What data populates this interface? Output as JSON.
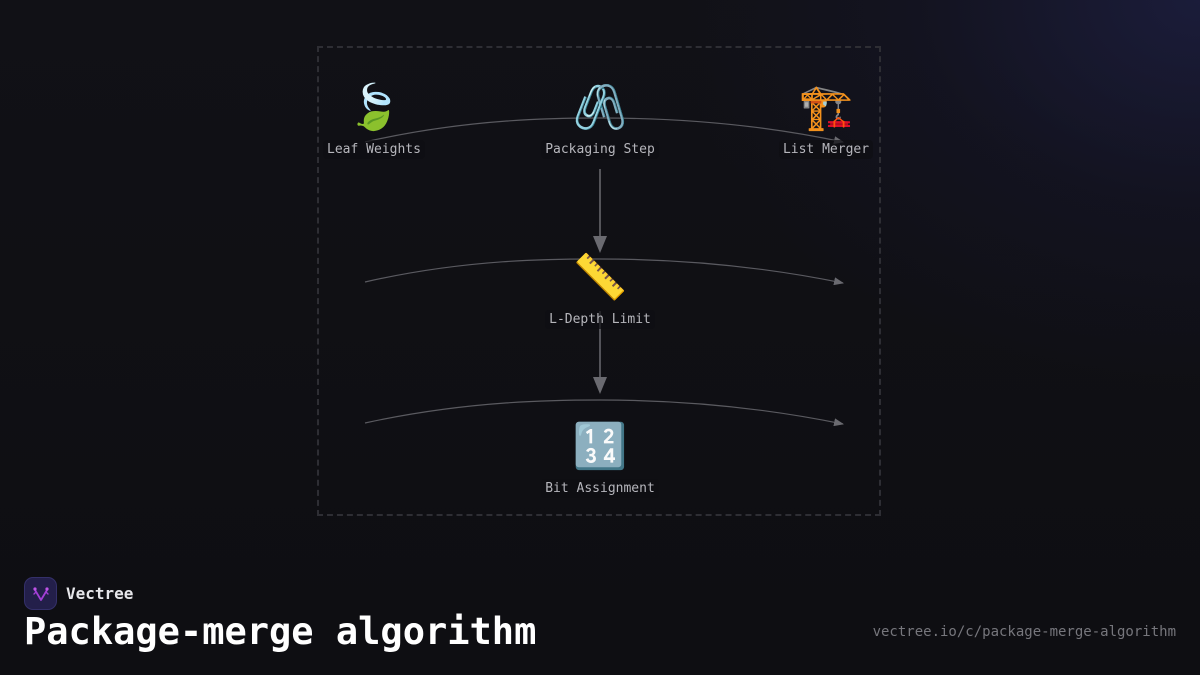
{
  "diagram": {
    "nodes": [
      {
        "id": "leaf-weights",
        "label": "Leaf Weights",
        "icon": "🍃",
        "icon_name": "leaves-icon"
      },
      {
        "id": "packaging-step",
        "label": "Packaging Step",
        "icon": "🖇️",
        "icon_name": "paperclips-icon"
      },
      {
        "id": "list-merger",
        "label": "List Merger",
        "icon": "🏗️",
        "icon_name": "crane-icon"
      },
      {
        "id": "l-depth-limit",
        "label": "L-Depth Limit",
        "icon": "📏",
        "icon_name": "ruler-icon"
      },
      {
        "id": "bit-assignment",
        "label": "Bit Assignment",
        "icon": "🔢",
        "icon_name": "numbers-icon"
      }
    ],
    "edges": [
      {
        "from": "leaf-weights",
        "to": "list-merger",
        "style": "curved"
      },
      {
        "from": "packaging-step",
        "to": "l-depth-limit",
        "style": "straight"
      },
      {
        "from": "l-depth-limit",
        "to": "bit-assignment",
        "style": "straight"
      },
      {
        "from": "row2-left",
        "to": "row2-right",
        "style": "curved"
      },
      {
        "from": "row3-left",
        "to": "row3-right",
        "style": "curved"
      }
    ],
    "colors": {
      "edge": "#6a6a70",
      "frame": "#2e2e34",
      "label": "#b6b6bc"
    }
  },
  "footer": {
    "brand_name": "Vectree",
    "title": "Package-merge algorithm",
    "url": "vectree.io/c/package-merge-algorithm",
    "brand_color": "#231f4a",
    "logo_accent": "#a23fd6"
  }
}
